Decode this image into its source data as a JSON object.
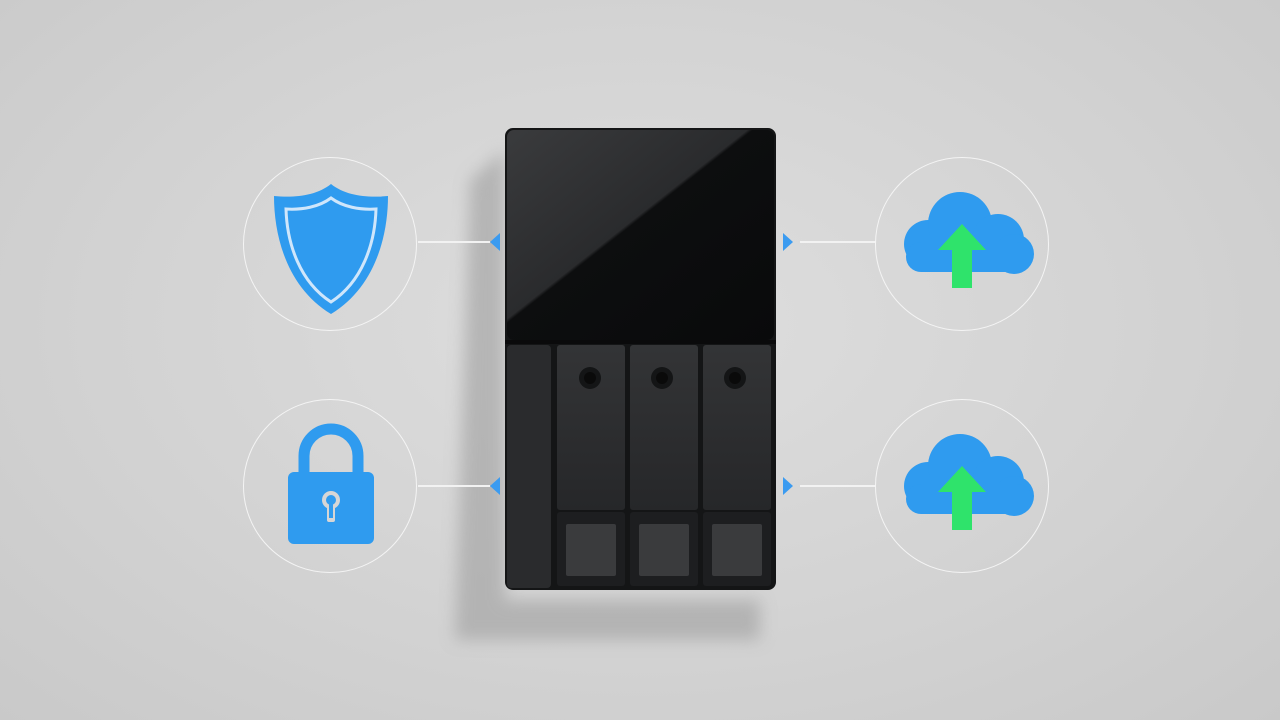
{
  "scene": {
    "background": "#d3d3d3",
    "accent_blue": "#2f9bef",
    "arrow_green": "#2fe36b",
    "ring_color": "#f4f4f4"
  },
  "icons": [
    {
      "name": "shield-icon",
      "position": "top-left"
    },
    {
      "name": "padlock-icon",
      "position": "bottom-left"
    },
    {
      "name": "cloud-upload-icon",
      "position": "top-right"
    },
    {
      "name": "cloud-upload-icon",
      "position": "bottom-right"
    }
  ],
  "device": {
    "type": "nas-enclosure",
    "drive_bays": 3,
    "body_color": "#161718",
    "bay_color": "#2b2c2e"
  }
}
